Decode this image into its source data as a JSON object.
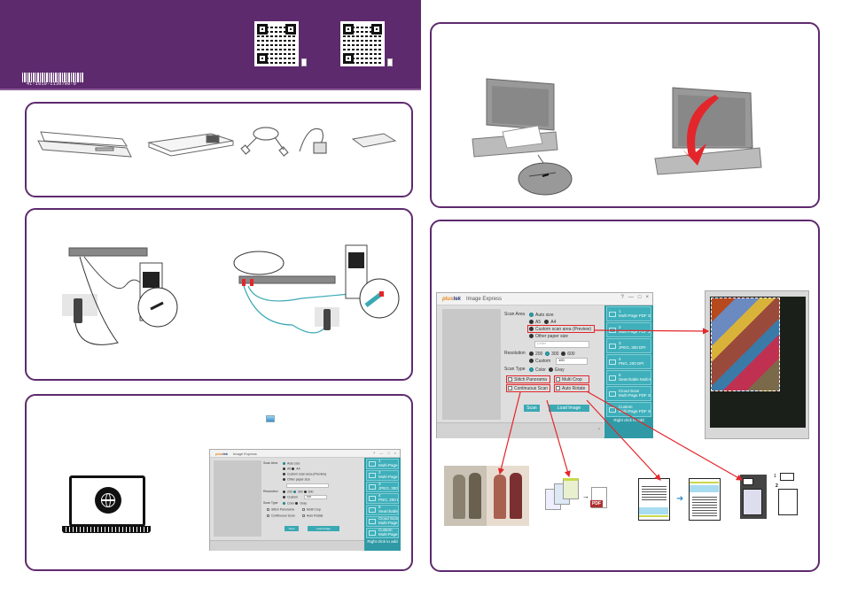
{
  "header": {
    "barcode_text": "4I-1010-1130700-0",
    "qr_codes": [
      {
        "name": "qr-code-1"
      },
      {
        "name": "qr-code-2"
      }
    ],
    "color": "#5e2a6e"
  },
  "package_contents": {
    "items": [
      "scanner-open-lid",
      "scanner-closed",
      "usb-cable",
      "power-adapter",
      "quick-guide"
    ]
  },
  "connection": {
    "diagrams": [
      "usb-power-connection",
      "network-connection"
    ]
  },
  "software_install": {
    "icon": "image-express-icon"
  },
  "app_large": {
    "brand_prefix": "plus",
    "brand_suffix": "tek",
    "title": "Image Express",
    "window_controls": [
      "?",
      "—",
      "□",
      "×"
    ],
    "scan_area_label": "Scan Area",
    "scan_area_options": [
      "Auto size",
      "A5",
      "A4",
      "Custom scan area (Preview)",
      "Other paper size"
    ],
    "other_paper_placeholder": "Letter",
    "resolution_label": "Resolution",
    "resolution_options": [
      "200",
      "300",
      "600"
    ],
    "resolution_selected": "300",
    "custom_label": "Custom",
    "custom_value": "100",
    "scan_type_label": "Scan Type",
    "scan_type_options": [
      "Color",
      "Gray"
    ],
    "scan_type_selected": "Color",
    "checkboxes": [
      "Stitch Panorama",
      "Multi Crop",
      "Continuous Scan",
      "Auto Rotate"
    ],
    "scan_button": "Scan",
    "load_button": "Load Image",
    "profiles": [
      {
        "num": "1",
        "label": "Multi-Page PDF 30.."
      },
      {
        "num": "2",
        "label": "Multi-Page PDF 30.."
      },
      {
        "num": "3",
        "label": "JPEG, 300 DPI"
      },
      {
        "num": "4",
        "label": "PNG, 200 DPI"
      },
      {
        "num": "5",
        "label": "Searchable Multi-P.."
      },
      {
        "num": "Cloud Scan",
        "label": "Multi-Page PDF 30.."
      },
      {
        "num": "Custom",
        "label": "Multi-Page PDF 30.."
      }
    ],
    "add_profile": "Right click to add",
    "status_arrow": "›"
  },
  "app_small": {
    "brand_prefix": "plus",
    "brand_suffix": "tek",
    "title": "Image Express",
    "window_controls": [
      "?",
      "—",
      "□",
      "×"
    ],
    "scan_area_label": "Scan Area",
    "scan_area_options": [
      "Auto size",
      "A5",
      "A4",
      "Custom scan area (Preview)",
      "Other paper size"
    ],
    "resolution_label": "Resolution",
    "resolution_options": [
      "200",
      "300",
      "600"
    ],
    "custom_label": "Custom",
    "custom_value": "100",
    "scan_type_label": "Scan Type",
    "scan_type_options": [
      "Color",
      "Gray"
    ],
    "checkboxes": [
      "Stitch Panorama",
      "Multi Crop",
      "Continuous Scan",
      "Auto Rotate"
    ],
    "scan_button": "Scan",
    "load_button": "Load Image",
    "profiles": [
      {
        "num": "1",
        "label": "Multi-Page PDF 30.."
      },
      {
        "num": "2",
        "label": "Multi-Page PDF 30.."
      },
      {
        "num": "3",
        "label": "JPEG, 300 DPI"
      },
      {
        "num": "4",
        "label": "PNG, 200 DPI"
      },
      {
        "num": "5",
        "label": "Searchable Multi-P.."
      },
      {
        "num": "Cloud Scan",
        "label": "Multi-Page PDF 30.."
      },
      {
        "num": "Custom",
        "label": "Multi-Page PDF 30.."
      }
    ],
    "add_profile": "Right click to add"
  },
  "features": {
    "pdf_badge": "PDF",
    "step_labels": [
      "1",
      "2"
    ],
    "arrow_color": "#e3262b"
  },
  "colors": {
    "brand_purple": "#5e2a6e",
    "teal": "#2f9aa6",
    "annotation_red": "#e3262b"
  }
}
